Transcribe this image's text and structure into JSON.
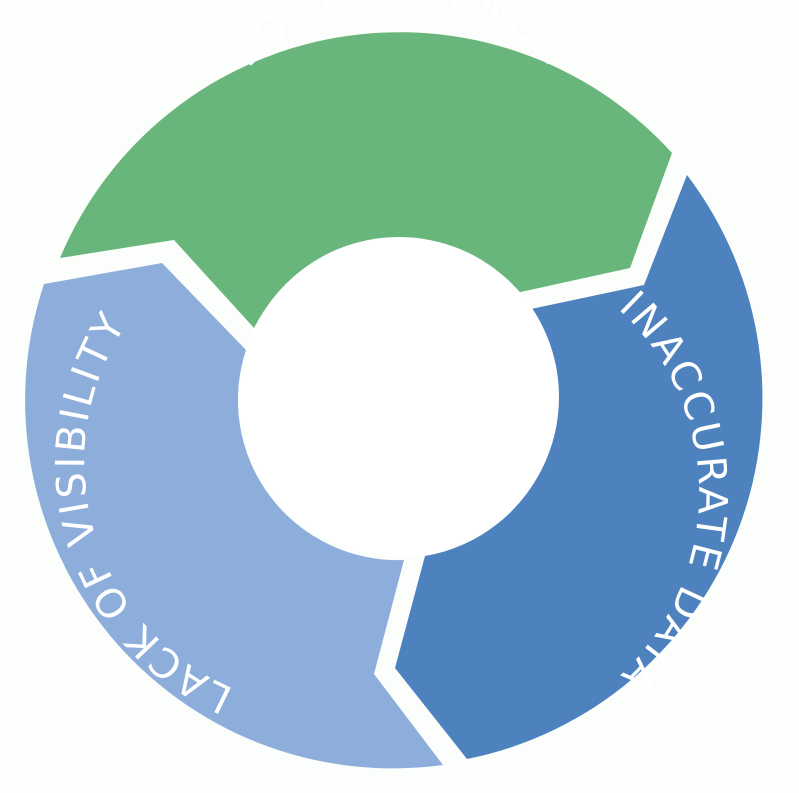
{
  "diagram": {
    "segments": [
      {
        "id": "lost-revenue",
        "label": "LOST REVENUE",
        "color": "#68b67c"
      },
      {
        "id": "inaccurate-data",
        "label": "INACCURATE DATA",
        "color": "#4e82bf"
      },
      {
        "id": "lack-of-visibility",
        "label": "LACK OF VISIBILITY",
        "color": "#8daedb"
      }
    ],
    "center_color": "#ffffff",
    "background_color": "#fcfefc"
  }
}
